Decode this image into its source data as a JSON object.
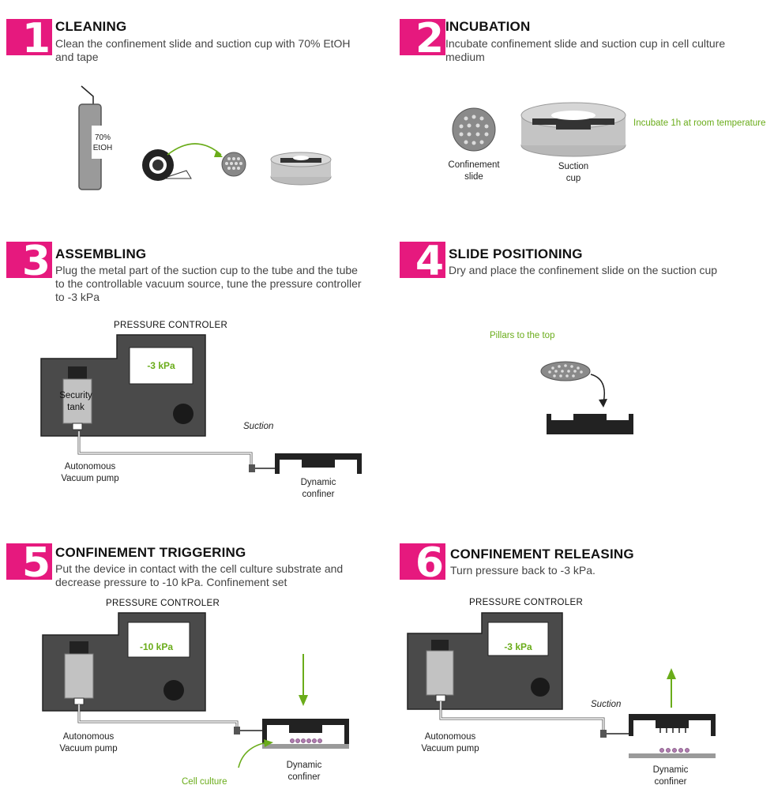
{
  "steps": [
    {
      "number": "1",
      "title": "CLEANING",
      "description": "Clean the confinement slide and suction cup with 70% EtOH and tape",
      "labels": {
        "bottle": "70% EtOH"
      }
    },
    {
      "number": "2",
      "title": "INCUBATION",
      "description": "Incubate confinement slide and suction cup in cell culture medium",
      "labels": {
        "slide": "Confinement slide",
        "cup": "Suction cup",
        "note": "Incubate 1h at room temperature"
      }
    },
    {
      "number": "3",
      "title": "ASSEMBLING",
      "description": "Plug the metal part of the suction cup to the tube and the tube to the controllable vacuum source, tune the pressure controller to -3 kPa",
      "labels": {
        "controller": "PRESSURE CONTROLER",
        "display": "-3 kPa",
        "tank": "Security tank",
        "pump": "Autonomous Vacuum pump",
        "suction": "Suction",
        "confiner": "Dynamic confiner"
      }
    },
    {
      "number": "4",
      "title": "SLIDE POSITIONING",
      "description": "Dry and place the confinement slide on the suction cup",
      "labels": {
        "note": "Pillars to the top"
      }
    },
    {
      "number": "5",
      "title": "CONFINEMENT TRIGGERING",
      "description": "Put the device in contact with the cell culture substrate and decrease pressure to -10 kPa. Confinement set",
      "labels": {
        "controller": "PRESSURE CONTROLER",
        "display": "-10 kPa",
        "pump": "Autonomous Vacuum pump",
        "confiner": "Dynamic confiner",
        "culture": "Cell culture"
      }
    },
    {
      "number": "6",
      "title": "CONFINEMENT RELEASING",
      "description": "Turn pressure back to -3 kPa.",
      "labels": {
        "controller": "PRESSURE CONTROLER",
        "display": "-3 kPa",
        "pump": "Autonomous Vacuum pump",
        "suction": "Suction",
        "confiner": "Dynamic confiner"
      }
    }
  ],
  "colors": {
    "accent": "#e6197e",
    "green": "#6aac1a",
    "device": "#4a4a4a",
    "dark": "#222222"
  }
}
